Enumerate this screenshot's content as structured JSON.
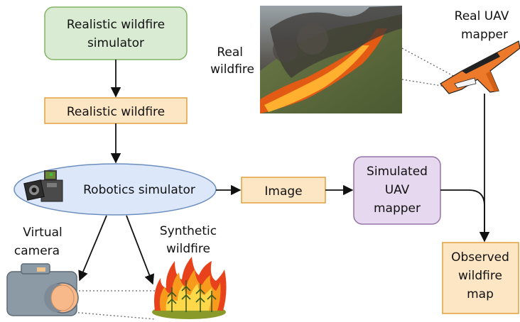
{
  "nodes": {
    "simulator": {
      "line1": "Realistic wildfire",
      "line2": "simulator"
    },
    "realistic_wildfire": {
      "label": "Realistic wildfire"
    },
    "robotics_sim": {
      "label": "Robotics simulator"
    },
    "image": {
      "label": "Image"
    },
    "simulated_mapper": {
      "line1": "Simulated",
      "line2": "UAV",
      "line3": "mapper"
    },
    "observed_map": {
      "line1": "Observed",
      "line2": "wildfire",
      "line3": "map"
    }
  },
  "labels": {
    "real_wildfire": {
      "line1": "Real",
      "line2": "wildfire"
    },
    "real_uav": {
      "line1": "Real UAV",
      "line2": "mapper"
    },
    "virtual_camera": {
      "line1": "Virtual",
      "line2": "camera"
    },
    "synthetic_wildfire": {
      "line1": "Synthetic",
      "line2": "wildfire"
    }
  },
  "colors": {
    "green_fill": "#d9ebd3",
    "green_stroke": "#82b366",
    "orange_fill": "#fde6c4",
    "orange_stroke": "#e0a040",
    "blue_fill": "#dce8fa",
    "blue_stroke": "#6c8ebf",
    "purple_fill": "#e6d8ee",
    "purple_stroke": "#9673a6"
  },
  "icons": [
    "wildfire-photo",
    "uav-drone-icon",
    "robot-camera-icon",
    "camera-icon",
    "synthetic-fire-icon"
  ]
}
